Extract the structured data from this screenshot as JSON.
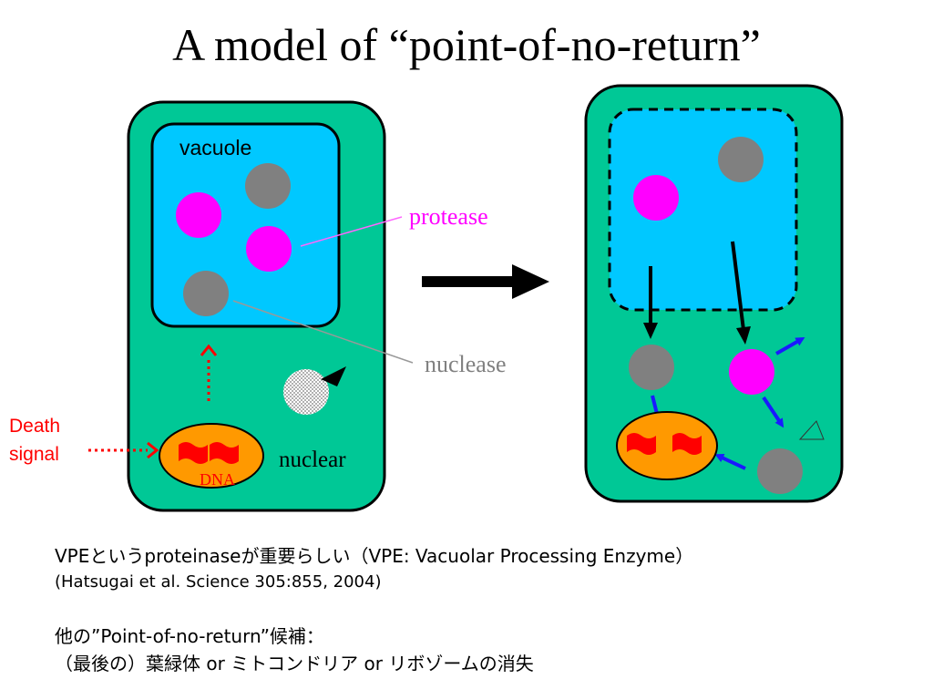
{
  "title": "A model of “point-of-no-return”",
  "labels": {
    "vacuole": "vacuole",
    "protease": "protease",
    "nuclease": "nuclease",
    "nuclear": "nuclear",
    "dna": "DNA",
    "death_signal_line1": "Death",
    "death_signal_line2": "signal"
  },
  "captions": {
    "line1": "VPEというproteinaseが重要らしい（VPE: Vacuolar Processing Enzyme）",
    "line2": "(Hatsugai et al. Science 305:855, 2004)",
    "line3": "他の”Point-of-no-return”候補：",
    "line4": "（最後の）葉緑体 or ミトコンドリア or リボゾームの消失"
  },
  "colors": {
    "cell": "#00c896",
    "vacuole": "#00c8ff",
    "nucleus": "#ff9900",
    "protease": "#ff00ff",
    "nuclease": "#808080",
    "dna": "#ff0000",
    "signal_arrow": "#ff0000",
    "release_arrow": "#1a1aff",
    "protease_label": "#ff00ff",
    "nuclease_label": "#808080"
  }
}
